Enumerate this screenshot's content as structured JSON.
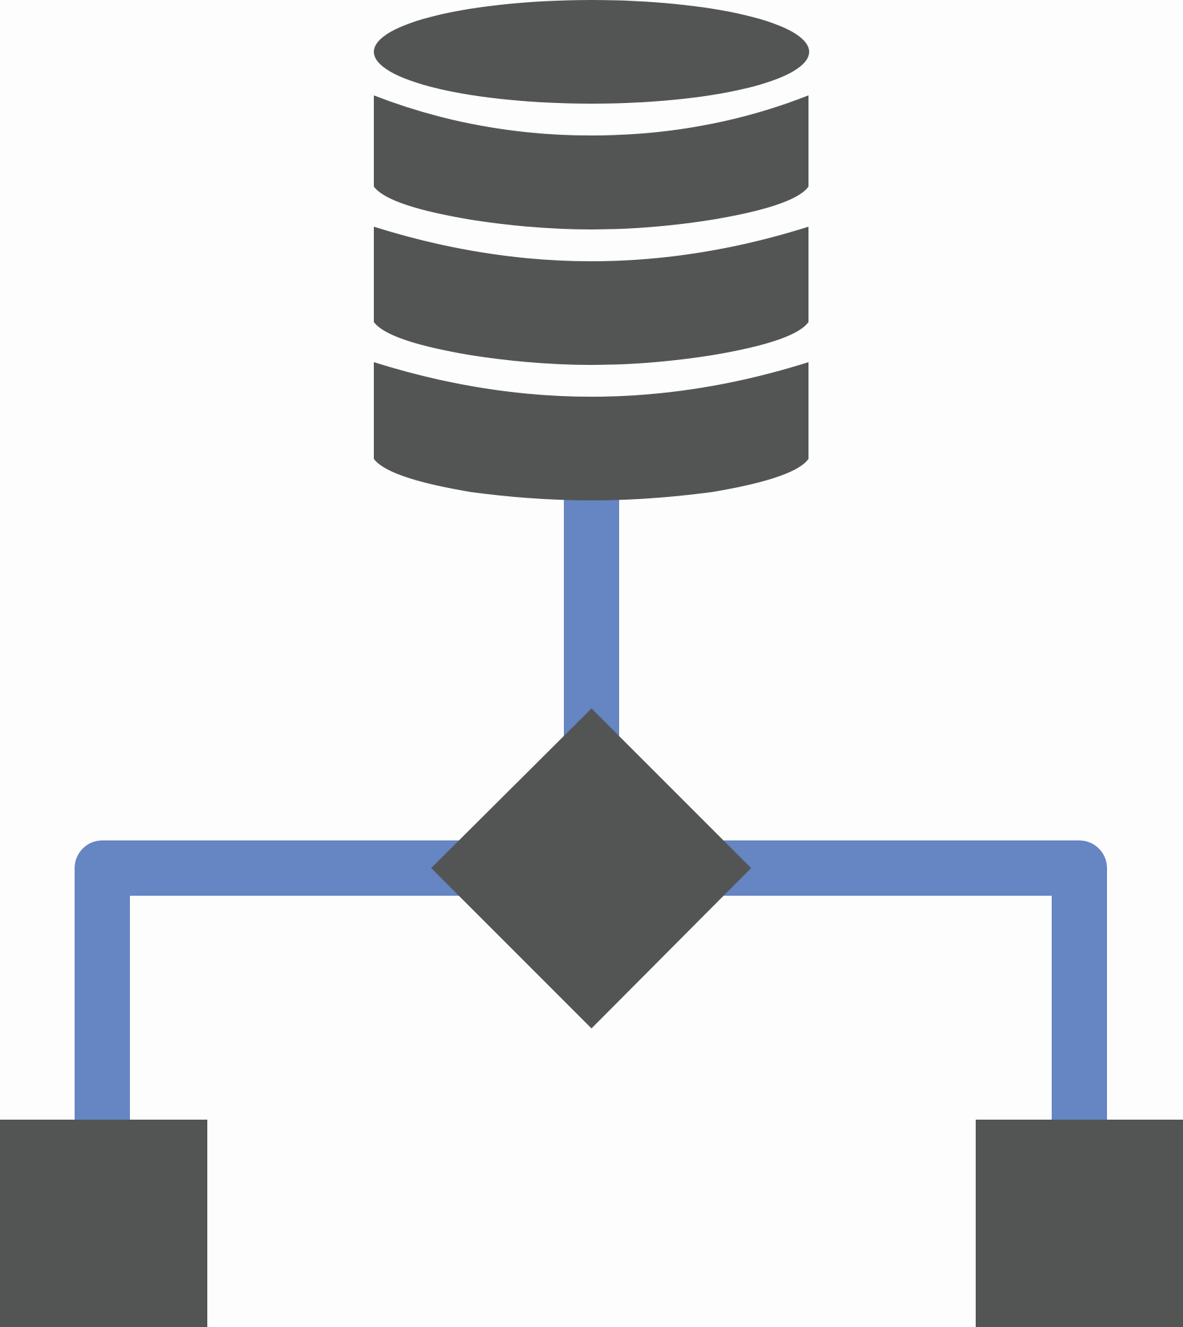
{
  "icon": {
    "name": "database-flowchart-icon",
    "colors": {
      "background": "#fdfdfd",
      "shape": "#535555",
      "connector": "#6585c3",
      "gap": "#ffffff"
    },
    "nodes": [
      {
        "name": "database-cylinder",
        "shape": "cylinder",
        "sections": 3
      },
      {
        "name": "decision-diamond",
        "shape": "diamond"
      },
      {
        "name": "left-process-box",
        "shape": "rectangle"
      },
      {
        "name": "right-process-box",
        "shape": "rectangle"
      }
    ],
    "edges": [
      {
        "from": "database-cylinder",
        "to": "decision-diamond"
      },
      {
        "from": "decision-diamond",
        "to": "left-process-box"
      },
      {
        "from": "decision-diamond",
        "to": "right-process-box"
      }
    ]
  }
}
